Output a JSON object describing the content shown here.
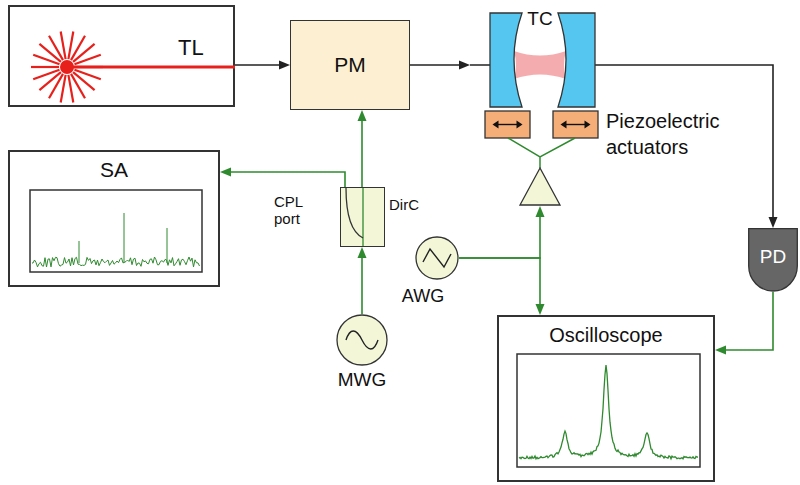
{
  "diagram": {
    "nodes": [
      {
        "text": [
          "TL"
        ]
      },
      {
        "text": [
          "PM"
        ]
      },
      {
        "text": [
          "TC"
        ]
      },
      {
        "text": [
          "SA"
        ]
      },
      {
        "text": [
          "DirC"
        ]
      },
      {
        "text": [
          "AWG"
        ]
      },
      {
        "text": [
          "MWG"
        ]
      },
      {
        "text": [
          "Oscilloscope"
        ]
      },
      {
        "text": [
          "PD"
        ]
      }
    ],
    "edges": [
      {
        "from": 0,
        "to": 1,
        "arrow": "to"
      },
      {
        "from": 1,
        "to": 2,
        "arrow": "to"
      },
      {
        "from": 2,
        "to": 8,
        "arrow": "to"
      },
      {
        "from": 8,
        "to": 7,
        "arrow": "to"
      },
      {
        "from": 6,
        "to": 4,
        "arrow": "to"
      },
      {
        "from": 4,
        "to": 1,
        "arrow": "to"
      },
      {
        "from": 4,
        "to": 3,
        "arrow": "to"
      },
      {
        "from": 5,
        "to": 2,
        "arrow": "to"
      },
      {
        "from": 5,
        "to": 7,
        "arrow": "to"
      }
    ],
    "labels": [
      "CPL port",
      "Piezoelectric actuators"
    ]
  }
}
